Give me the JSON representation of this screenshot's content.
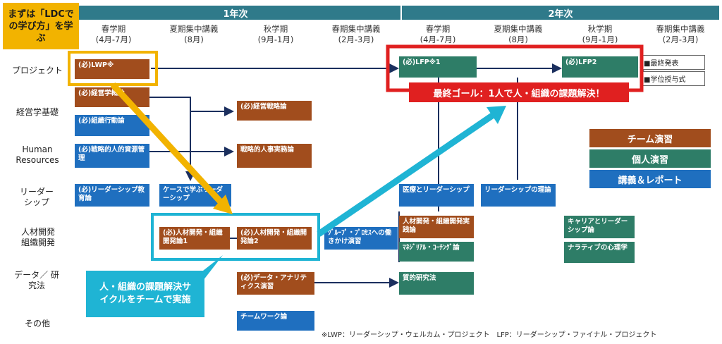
{
  "years": [
    "1年次",
    "2年次"
  ],
  "terms": [
    {
      "name": "春学期",
      "period": "(4月-7月)"
    },
    {
      "name": "夏期集中講義",
      "period": "(8月)"
    },
    {
      "name": "秋学期",
      "period": "(9月-1月)"
    },
    {
      "name": "春期集中講義",
      "period": "(2月-3月)"
    },
    {
      "name": "春学期",
      "period": "(4月-7月)"
    },
    {
      "name": "夏期集中講義",
      "period": "(8月)"
    },
    {
      "name": "秋学期",
      "period": "(9月-1月)"
    },
    {
      "name": "春期集中講義",
      "period": "(2月-3月)"
    }
  ],
  "rows": [
    "プロジェクト",
    "経営学基礎",
    "Human Resources",
    "リーダー シップ",
    "人材開発 組織開発",
    "データ／ 研究法",
    "その他"
  ],
  "courses": {
    "lwp": "(必)LWP※",
    "keiei_gaku": "(必)経営学概論",
    "soshiki_kodo": "(必)組織行動論",
    "senryakuteki_jinteki": "(必)戦略的人的資源管理",
    "leadership_kyoiku": "(必)リーダーシップ教育論",
    "case_leadership": "ケースで学ぶリーダーシップ",
    "jinzai1": "(必)人材開発・組織開発論1",
    "keiei_senryaku": "(必)経営戦略論",
    "senryakuteki_jinji": "戦略的人事実務論",
    "jinzai2": "(必)人材開発・組織開発論2",
    "data_analytics": "(必)データ・アナリティクス演習",
    "teamwork": "チームワーク論",
    "group_process": "ｸﾞﾙｰﾌﾟ・ﾌﾟﾛｾｽへの働きかけ演習",
    "lfp1": "(必)LFP※1",
    "lfp2": "(必)LFP2",
    "iryo_leadership": "医療とリーダーシップ",
    "jinzai_jissen": "人材開発・組織開発実践論",
    "managerial_coaching": "ﾏﾈｼﾞﾘｱﾙ・ｺｰﾁﾝｸﾞ論",
    "shitsuteki": "質的研究法",
    "leadership_riron": "リーダーシップの理論",
    "career_leadership": "キャリアとリーダーシップ論",
    "narrative": "ナラティブの心理学"
  },
  "tags": [
    "■最終発表",
    "■学位授与式"
  ],
  "legend": {
    "team": "チーム演習",
    "individual": "個人演習",
    "lecture": "講義＆レポート"
  },
  "callouts": {
    "ldc": "まずは「LDCでの学び方」を学ぶ",
    "goal": "最終ゴール：1人で人・組織の課題解決！",
    "cycle": "人・組織の課題解決サイクルをチームで実施"
  },
  "footnote": "※LWP：リーダーシップ・ウェルカム・プロジェクト　LFP：リーダーシップ・ファイナル・プロジェクト",
  "colors": {
    "team": "#a14d1d",
    "individual": "#2e7d67",
    "lecture": "#1f6fbf",
    "yearbar": "#2f7a8a",
    "highlight_orange": "#f2b300",
    "highlight_cyan": "#1fb4d4",
    "goal_red": "#e02020"
  }
}
